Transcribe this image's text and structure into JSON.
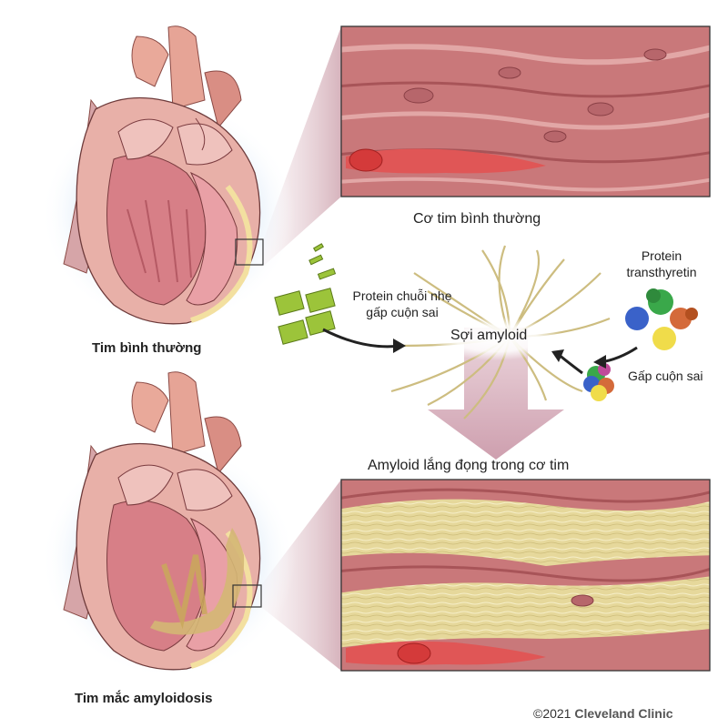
{
  "labels": {
    "normal_heart": "Tim bình thường",
    "amyloid_heart": "Tim mắc amyloidosis",
    "normal_muscle": "Cơ tim bình thường",
    "deposit_muscle": "Amyloid lắng đọng trong cơ tim",
    "light_chain_line1": "Protein chuỗi nhẹ",
    "light_chain_line2": "gấp cuộn sai",
    "fibril": "Sợi amyloid",
    "transthyretin_line1": "Protein",
    "transthyretin_line2": "transthyretin",
    "misfold": "Gấp cuộn sai"
  },
  "credit": {
    "copyright": "©2021",
    "brand": "Cleveland Clinic"
  },
  "colors": {
    "muscle": "#c9787a",
    "muscle_dark": "#a85458",
    "amyloid": "#e8dca0",
    "heart_pink": "#e8b0a8",
    "glow": "#cfe3f5",
    "funnel": "#c99aa6"
  }
}
